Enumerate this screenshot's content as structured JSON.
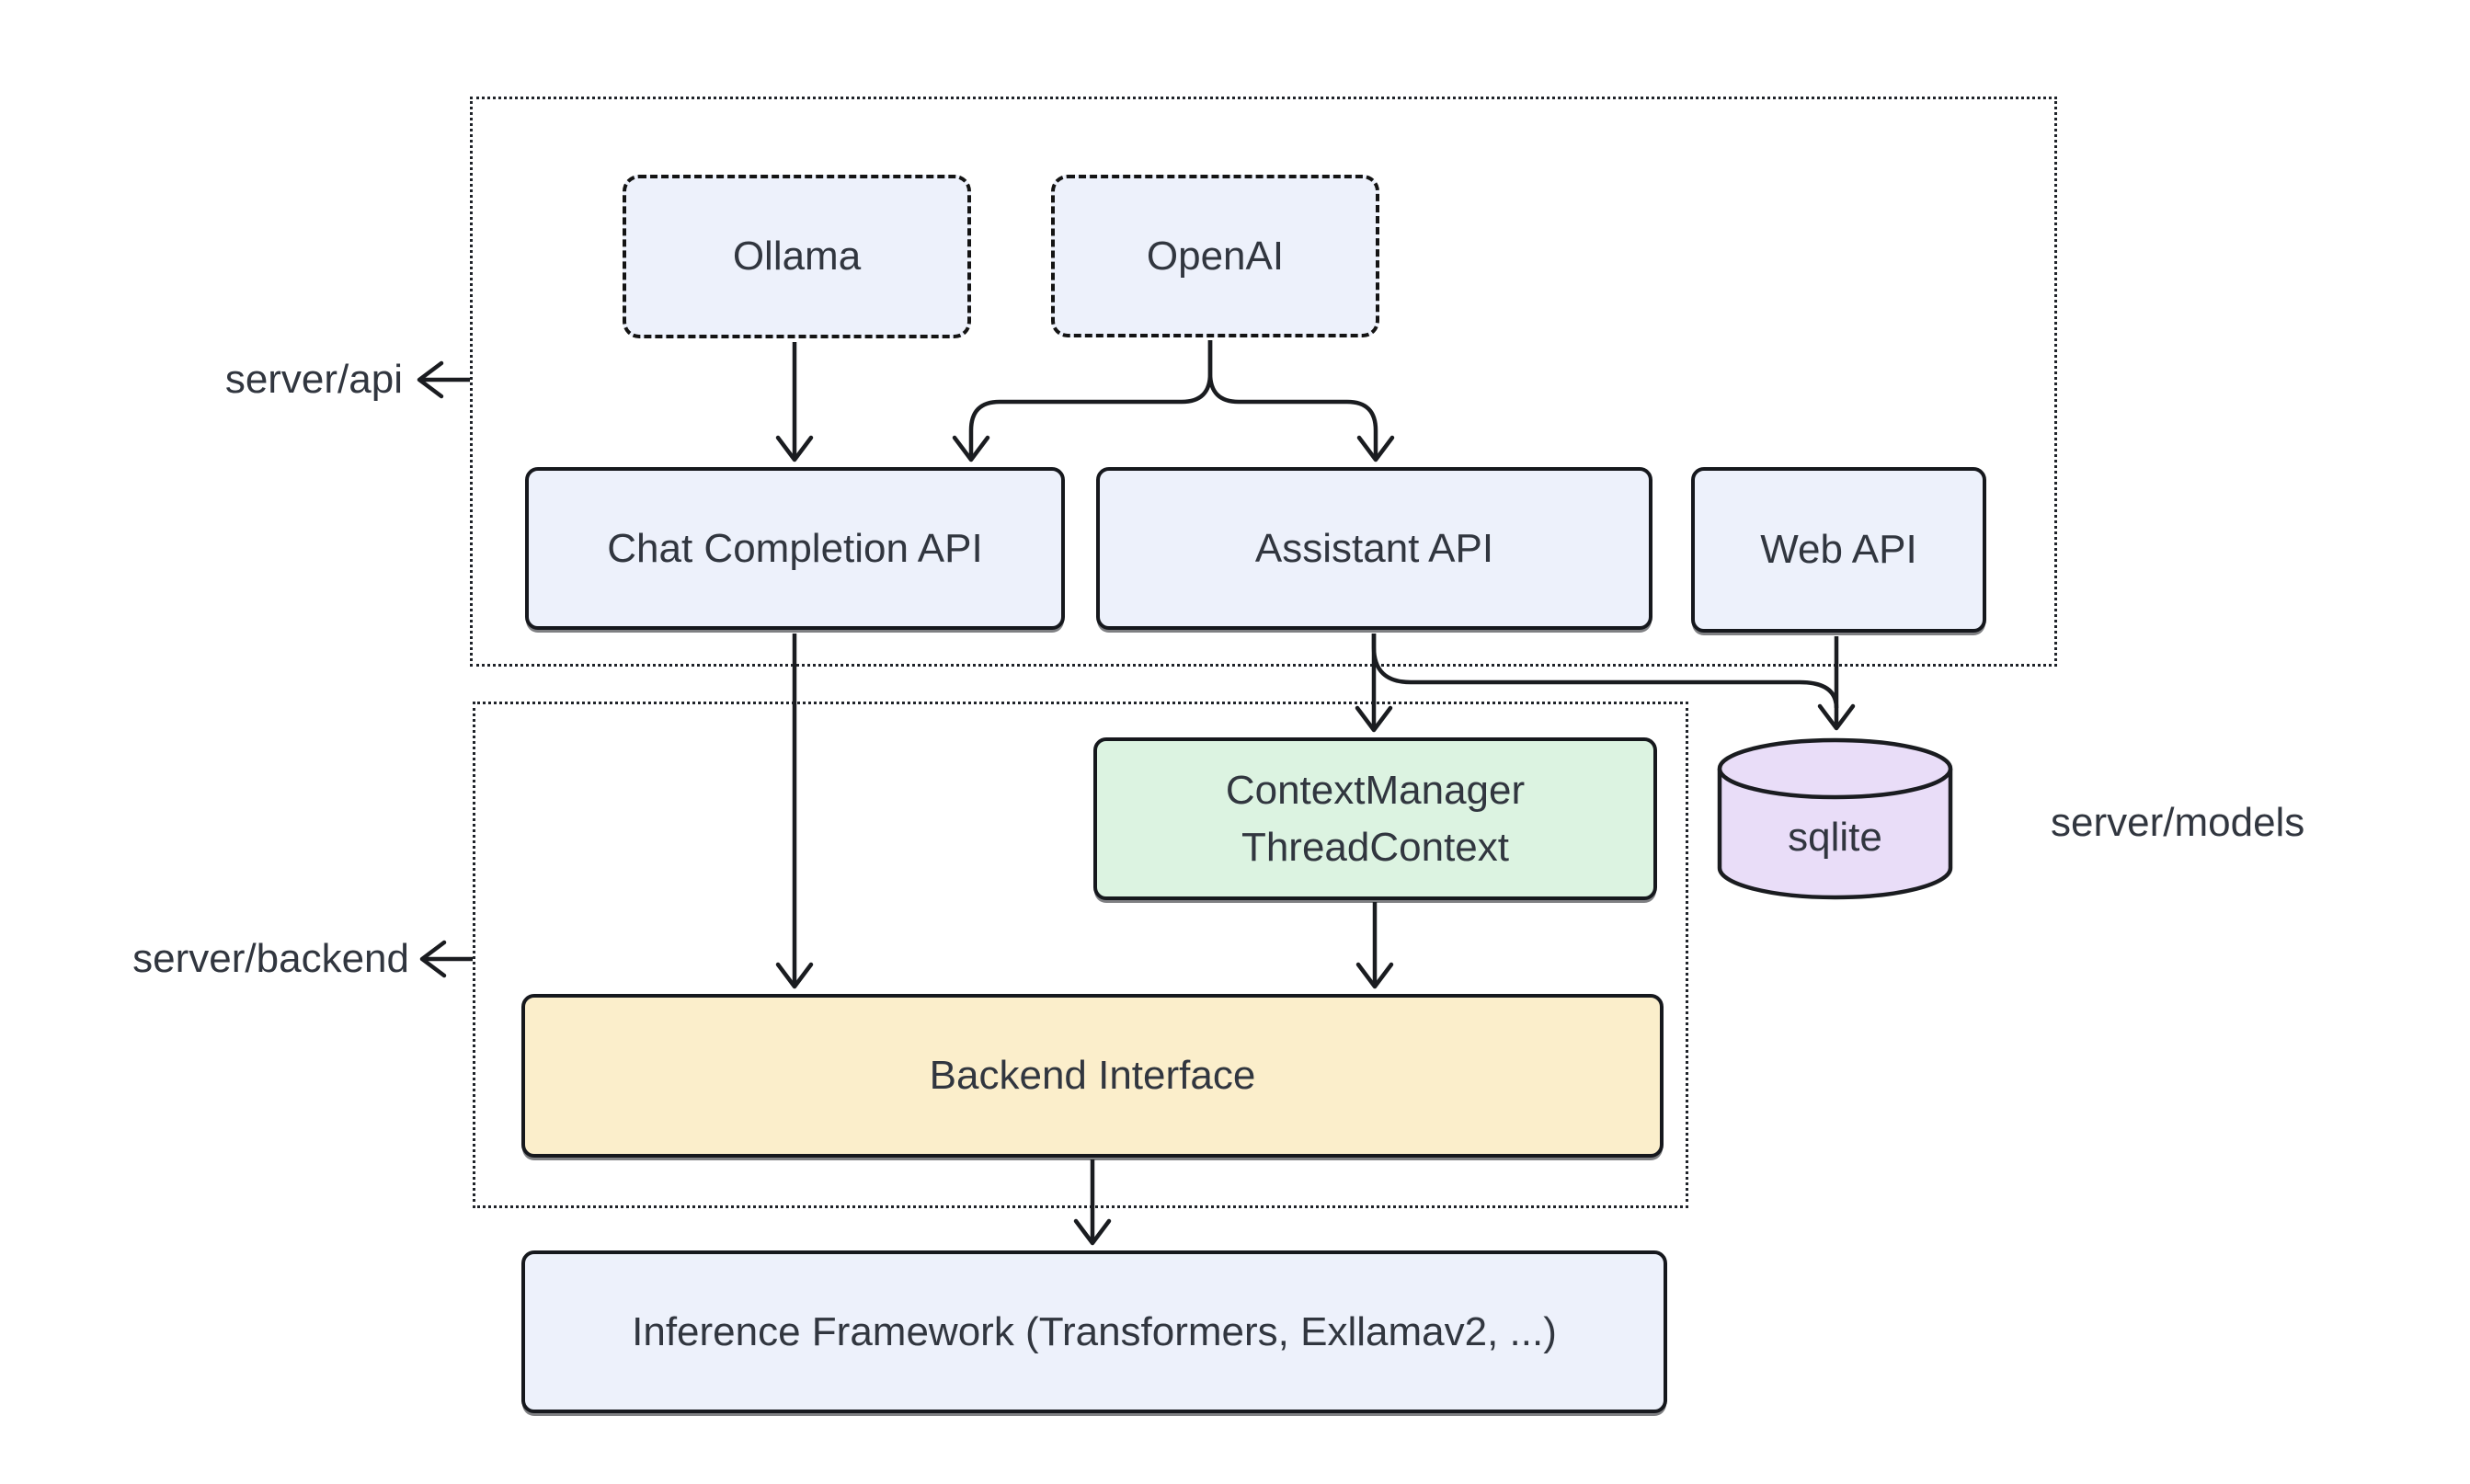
{
  "groups": {
    "api": {
      "label": "server/api"
    },
    "backend": {
      "label": "server/backend"
    },
    "models": {
      "label": "server/models"
    }
  },
  "nodes": {
    "ollama": {
      "label": "Ollama"
    },
    "openai": {
      "label": "OpenAI"
    },
    "chat_completion_api": {
      "label": "Chat Completion API"
    },
    "assistant_api": {
      "label": "Assistant API"
    },
    "web_api": {
      "label": "Web API"
    },
    "context_manager": {
      "label": "ContextManager\nThreadContext"
    },
    "sqlite": {
      "label": "sqlite"
    },
    "backend_interface": {
      "label": "Backend Interface"
    },
    "inference_framework": {
      "label": "Inference Framework (Transformers, Exllamav2, ...)"
    }
  },
  "edges": [
    {
      "from": "ollama",
      "to": "chat_completion_api"
    },
    {
      "from": "openai",
      "to": "chat_completion_api"
    },
    {
      "from": "openai",
      "to": "assistant_api"
    },
    {
      "from": "chat_completion_api",
      "to": "backend_interface"
    },
    {
      "from": "assistant_api",
      "to": "context_manager"
    },
    {
      "from": "assistant_api",
      "to": "sqlite"
    },
    {
      "from": "web_api",
      "to": "sqlite"
    },
    {
      "from": "context_manager",
      "to": "backend_interface"
    },
    {
      "from": "backend_interface",
      "to": "inference_framework"
    }
  ],
  "colors": {
    "node_blue": "#edf1fb",
    "node_green": "#dcf3e1",
    "node_yellow": "#fbeecb",
    "node_purple": "#e9ddf8",
    "edge": "#1a1c20",
    "text": "#31363f"
  }
}
